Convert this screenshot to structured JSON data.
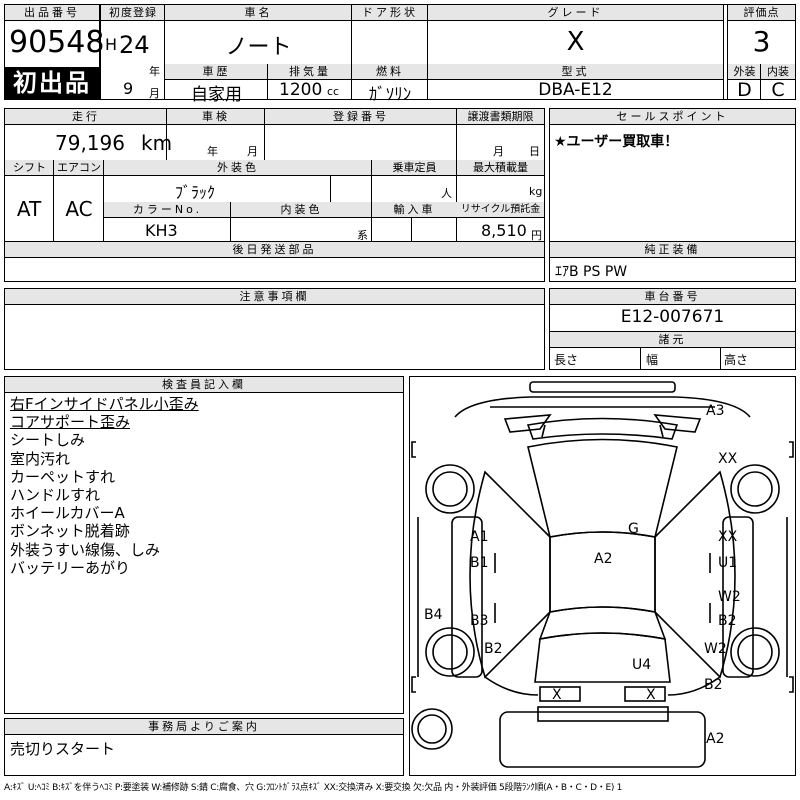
{
  "header": {
    "lot_label": "出品番号",
    "lot_number": "90548",
    "first_listing_badge": "初出品",
    "first_reg_label": "初度登録",
    "era": "H",
    "year": "24",
    "year_unit": "年",
    "month": "9",
    "month_unit": "月",
    "name_label": "車名",
    "car_name": "ノート",
    "door_label": "ドア形状",
    "door": "",
    "grade_label": "グレード",
    "grade": "X",
    "score_label": "評価点",
    "score": "3",
    "history_label": "車歴",
    "history": "自家用",
    "displacement_label": "排気量",
    "displacement": "1200",
    "displacement_unit": "cc",
    "fuel_label": "燃料",
    "fuel": "ｶﾞｿﾘﾝ",
    "model_label": "型式",
    "model": "DBA-E12",
    "exterior_label": "外装",
    "exterior_grade": "D",
    "interior_label": "内装",
    "interior_grade": "C"
  },
  "specs": {
    "mileage_label": "走行",
    "mileage": "79,196",
    "mileage_unit": "km",
    "inspection_label": "車検",
    "inspection_year_unit": "年",
    "inspection_month_unit": "月",
    "reg_no_label": "登録番号",
    "reg_no": "",
    "transfer_label": "譲渡書類期限",
    "transfer_month_unit": "月",
    "transfer_day_unit": "日",
    "shift_label": "シフト",
    "shift": "AT",
    "ac_label": "エアコン",
    "ac": "AC",
    "color_label": "外装色",
    "color": "ﾌﾞﾗｯｸ",
    "capacity_label": "乗車定員",
    "capacity_unit": "人",
    "max_load_label": "最大積載量",
    "max_load_unit": "kg",
    "color_no_label": "カラーNo.",
    "color_no": "KH3",
    "int_color_label": "内装色",
    "int_color_suffix": "系",
    "import_label": "輸入車",
    "recycle_label": "リサイクル預託金",
    "recycle_fee": "8,510",
    "recycle_unit": "円"
  },
  "sales_point": {
    "label": "セールスポイント",
    "text": "★ユーザー買取車！"
  },
  "later_parts": {
    "label": "後日発送部品",
    "text": ""
  },
  "equipment": {
    "label": "純正装備",
    "text": "ｴｱB PS PW"
  },
  "notes": {
    "label": "注意事項欄",
    "text": ""
  },
  "chassis": {
    "label": "車台番号",
    "number": "E12-007671"
  },
  "dimensions": {
    "label": "諸元",
    "length_label": "長さ",
    "width_label": "幅",
    "height_label": "高さ"
  },
  "inspector": {
    "label": "検査員記入欄",
    "lines": [
      {
        "text": "右Fインサイドパネル小歪み",
        "underline": true
      },
      {
        "text": "コアサポート歪み",
        "underline": true
      },
      {
        "text": "シートしみ",
        "underline": false
      },
      {
        "text": "室内汚れ",
        "underline": false
      },
      {
        "text": "カーペットすれ",
        "underline": false
      },
      {
        "text": "ハンドルすれ",
        "underline": false
      },
      {
        "text": "ホイールカバーA",
        "underline": false
      },
      {
        "text": "ボンネット脱着跡",
        "underline": false
      },
      {
        "text": "外装うすい線傷、しみ",
        "underline": false
      },
      {
        "text": "バッテリーあがり",
        "underline": false
      }
    ]
  },
  "office": {
    "label": "事務局よりご案内",
    "text": "売切りスタート"
  },
  "diagram_marks": {
    "front_bumper": "A3",
    "front_right_fender": "XX",
    "bonnet": "G",
    "roof": "A2",
    "left_front_door_1": "A1",
    "left_front_door_2": "B1",
    "left_rear_door": "B3",
    "left_rocker": "B4",
    "left_rear_fender": "B2",
    "right_front_door_1": "XX",
    "right_front_door_2": "U1",
    "right_rear_door_1": "W2",
    "right_rear_door_2": "B2",
    "right_rear_fender": "W2",
    "right_quarter": "B2",
    "trunk": "U4",
    "rear_lamp_left": "X",
    "rear_lamp_right": "X",
    "rear_bumper": "A2"
  },
  "legend": "A:ｷｽﾞ U:ﾍｺﾐ B:ｷｽﾞを伴うﾍｺﾐ P:要塗装 W:補修跡 S:錆 C:腐食、穴 G:ﾌﾛﾝﾄｶﾞﾗｽ点ｷｽﾞ XX:交換済み X:要交換 欠:欠品 内・外装評価 5段階ﾗﾝｸ順(A・B・C・D・E) 1"
}
